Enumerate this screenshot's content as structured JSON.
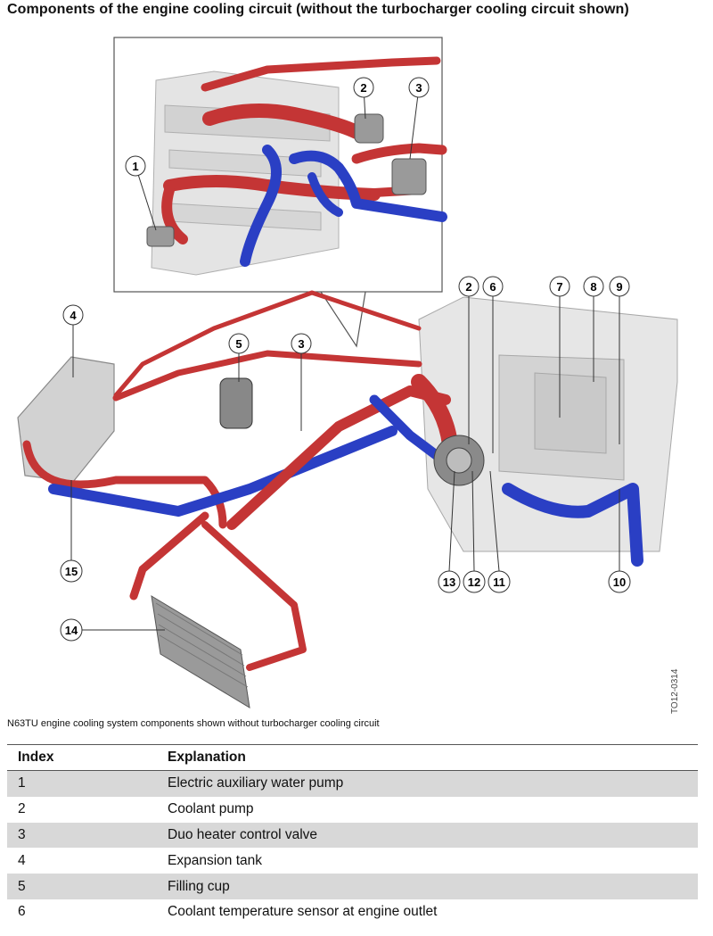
{
  "title": "Components of the engine cooling circuit (without the turbocharger cooling circuit shown)",
  "caption": "N63TU engine cooling system components shown without turbocharger cooling circuit",
  "figure_code": "TO12-0314",
  "callouts": [
    "1",
    "2",
    "3",
    "4",
    "5",
    "3",
    "2",
    "6",
    "7",
    "8",
    "9",
    "10",
    "11",
    "12",
    "13",
    "14",
    "15"
  ],
  "table": {
    "headers": [
      "Index",
      "Explanation"
    ],
    "rows": [
      {
        "index": "1",
        "text": "Electric auxiliary water pump"
      },
      {
        "index": "2",
        "text": "Coolant pump"
      },
      {
        "index": "3",
        "text": "Duo heater control valve"
      },
      {
        "index": "4",
        "text": "Expansion tank"
      },
      {
        "index": "5",
        "text": "Filling cup"
      },
      {
        "index": "6",
        "text": "Coolant temperature sensor at engine outlet"
      }
    ]
  }
}
